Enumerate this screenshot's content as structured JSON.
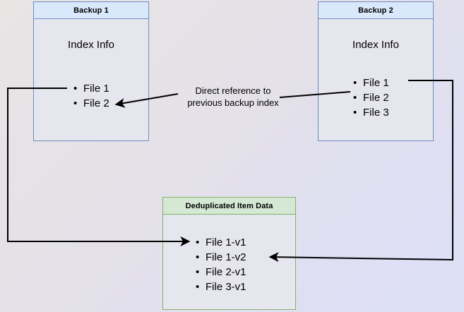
{
  "diagram": {
    "title_hidden": "Backup deduplication index reference diagram",
    "background": {
      "gradient_from": "#e8e5e5",
      "gradient_to": "#dee0f8"
    },
    "colors": {
      "blue_border": "#6c8ebf",
      "blue_header": "#dae8fc",
      "green_border": "#82b366",
      "green_header": "#d5e8d4",
      "box_body": "#e6e6ee",
      "edge": "#000000"
    },
    "boxes": [
      {
        "id": "backup-1",
        "header": "Backup 1",
        "section_label": "Index Info",
        "items": [
          "File 1",
          "File 2"
        ]
      },
      {
        "id": "backup-2",
        "header": "Backup 2",
        "section_label": "Index Info",
        "items": [
          "File 1",
          "File 2",
          "File 3"
        ]
      },
      {
        "id": "deduplicated-item-data",
        "header": "Deduplicated Item Data",
        "items": [
          "File 1-v1",
          "File 1-v2",
          "File 2-v1",
          "File 3-v1"
        ]
      }
    ],
    "caption": {
      "line1": "Direct reference to",
      "line2": "previous backup index"
    },
    "edges": [
      {
        "id": "backup2-file2-to-backup1-file2",
        "from": "backup-2.File 2",
        "to": "backup-1.File 2",
        "label": "Direct reference to previous backup index"
      },
      {
        "id": "backup1-file1-to-dedup-file1v1",
        "from": "backup-1.File 1",
        "to": "deduplicated-item-data.File 1-v1"
      },
      {
        "id": "backup2-file1-to-dedup-file1v2",
        "from": "backup-2.File 1",
        "to": "deduplicated-item-data.File 1-v2"
      }
    ]
  }
}
